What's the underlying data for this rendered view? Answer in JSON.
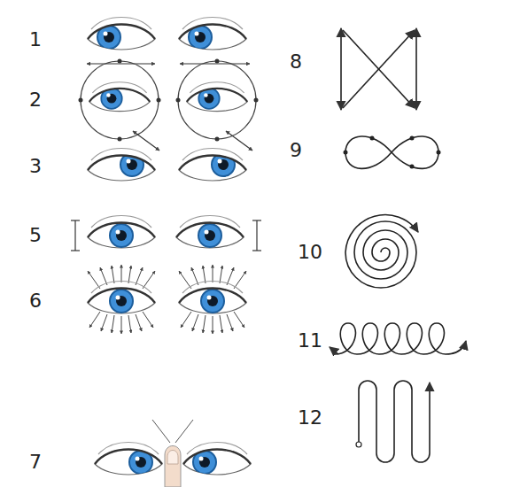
{
  "diagram": {
    "labels": [
      "1",
      "2",
      "3",
      "5",
      "6",
      "7",
      "8",
      "9",
      "10",
      "11",
      "12"
    ]
  }
}
